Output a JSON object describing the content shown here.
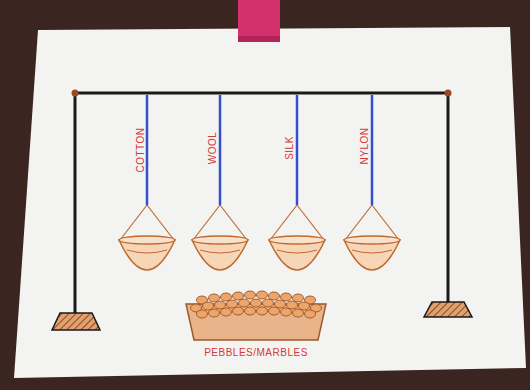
{
  "diagram": {
    "labels": [
      "COTTON",
      "WOOL",
      "SILK",
      "NYLON",
      "PEBBLES/MARBLES"
    ]
  }
}
